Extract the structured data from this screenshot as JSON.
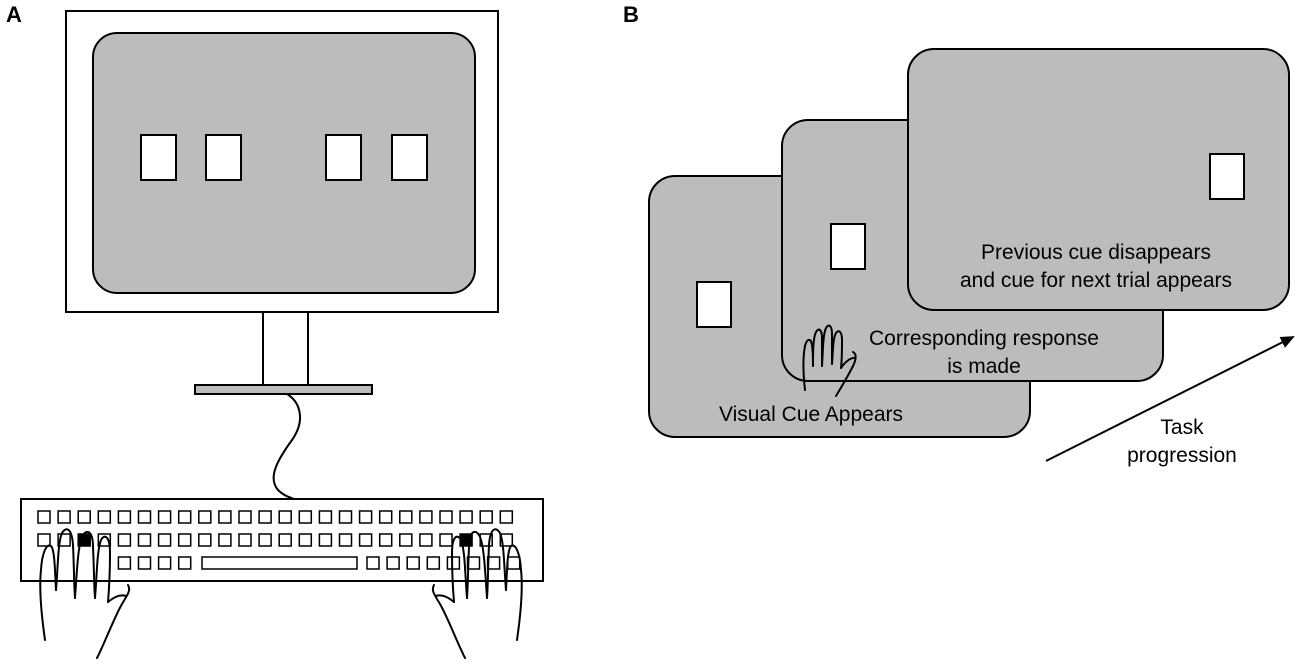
{
  "panel_a": {
    "label": "A",
    "screen_fill": "#bcbcbc",
    "stimulus_count": 4,
    "keyboard_rows": 3
  },
  "panel_b": {
    "label": "B",
    "screen_fill": "#bcbcbc",
    "slides": [
      {
        "caption_lines": [
          "Visual Cue Appears"
        ]
      },
      {
        "caption_lines": [
          "Corresponding response",
          "is made"
        ]
      },
      {
        "caption_lines": [
          "Previous cue disappears",
          "and cue for next trial appears"
        ]
      }
    ],
    "arrow_label_lines": [
      "Task",
      "progression"
    ]
  },
  "colors": {
    "screen_gray": "#bcbcbc",
    "stroke": "#000000",
    "background": "#ffffff"
  }
}
